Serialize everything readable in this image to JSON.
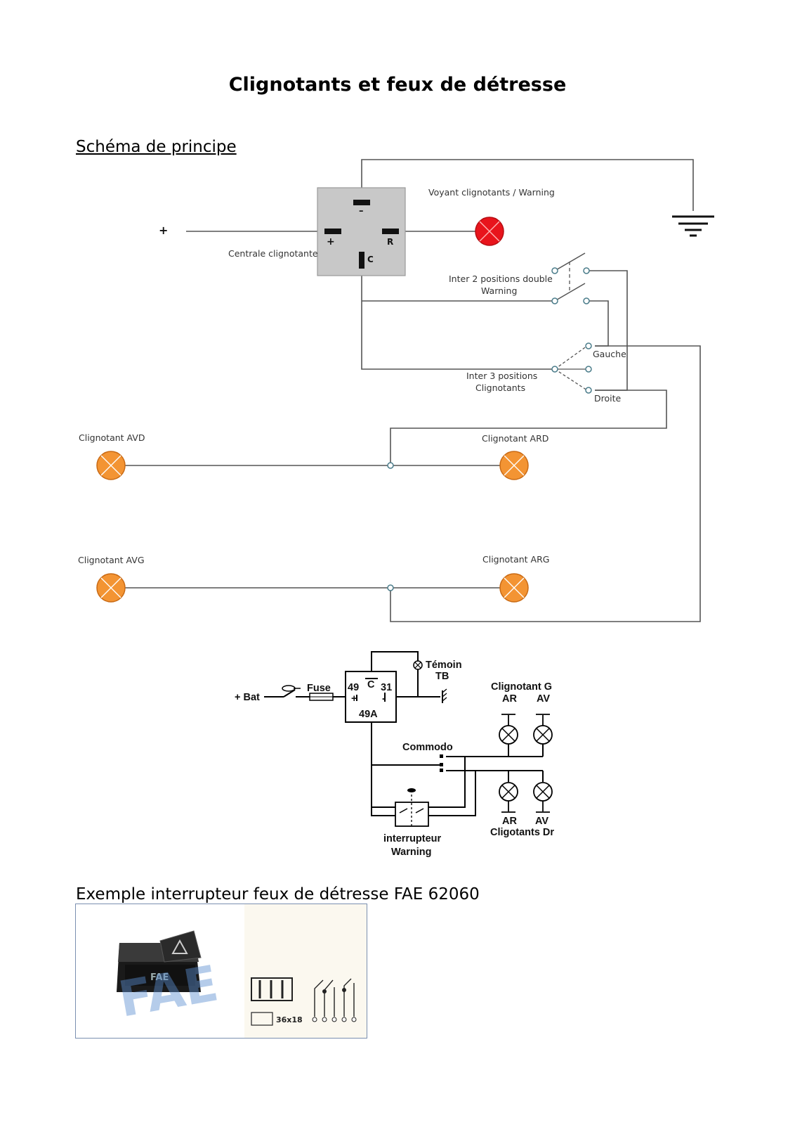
{
  "page": {
    "title": "Clignotants et feux de détresse",
    "section1": "Schéma de principe",
    "section2": "Exemple interrupteur feux de détresse FAE 62060"
  },
  "diagram1": {
    "plus": "+",
    "centrale": "Centrale clignotante",
    "minus_pin": "–",
    "plus_pin": "+",
    "r_pin": "R",
    "c_pin": "C",
    "voyant": "Voyant clignotants / Warning",
    "inter2_line1": "Inter 2 positions double",
    "inter2_line2": "Warning",
    "inter3_line1": "Inter 3 positions",
    "inter3_line2": "Clignotants",
    "gauche": "Gauche",
    "droite": "Droite",
    "avd": "Clignotant AVD",
    "ard": "Clignotant ARD",
    "avg": "Clignotant AVG",
    "arg": "Clignotant ARG",
    "colors": {
      "warning_lamp": "#e8141c",
      "blinker_lamp": "#f39433",
      "box": "#c8c8c8"
    }
  },
  "diagram2": {
    "bat": "+ Bat",
    "fuse": "Fuse",
    "pin49": "49",
    "pinC": "C",
    "pin31": "31",
    "pinPlus": "+",
    "pinMinus": "-",
    "pin49A": "49A",
    "temoin": "Témoin",
    "tb": "TB",
    "clig_g": "Clignotant G",
    "ar_top": "AR",
    "av_top": "AV",
    "commodo": "Commodo",
    "inter_line1": "interrupteur",
    "inter_line2": "Warning",
    "ar_bottom": "AR",
    "av_bottom": "AV",
    "clig_dr": "Cligotants Dr"
  },
  "photo": {
    "logo": "FAE",
    "dim": "36x18"
  }
}
